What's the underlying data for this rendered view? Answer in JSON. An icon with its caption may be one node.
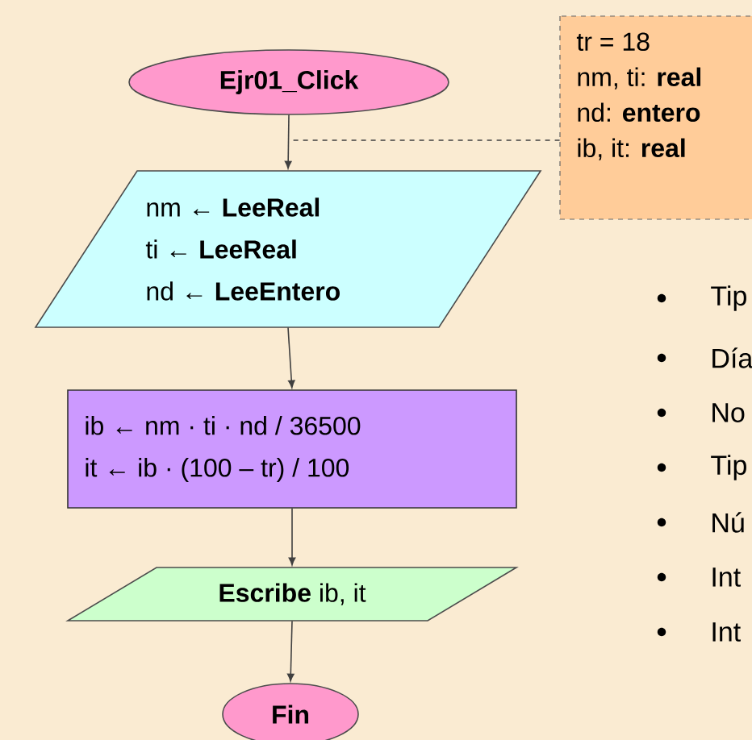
{
  "diagram": {
    "nodes": [
      {
        "text": [
          "Ejr01_Click"
        ]
      },
      {
        "text": [
          "nm ← **LeeReal**",
          "ti ← **LeeReal**",
          "nd ← **LeeEntero**"
        ]
      },
      {
        "text": [
          "ib ← nm · ti · nd / 36500",
          "it ← ib · (100 – tr) / 100"
        ]
      },
      {
        "text": [
          "**Escribe** ib, it"
        ]
      },
      {
        "text": [
          "Fin"
        ]
      },
      {
        "text": [
          "tr = 18",
          "nm, ti: **real**",
          "nd: **entero**",
          "ib, it: **real**"
        ]
      }
    ],
    "edges": [
      {
        "from": 0,
        "to": 1,
        "arrow": "to"
      },
      {
        "from": 1,
        "to": 2,
        "arrow": "to"
      },
      {
        "from": 2,
        "to": 3,
        "arrow": "to"
      },
      {
        "from": 3,
        "to": 4,
        "arrow": "to"
      },
      {
        "from": 5,
        "to": null,
        "arrow": "none",
        "style": "dashed"
      }
    ],
    "labels": [
      "Tip",
      "Día",
      "No",
      "Tip",
      "Nú",
      "Int",
      "Int"
    ]
  }
}
